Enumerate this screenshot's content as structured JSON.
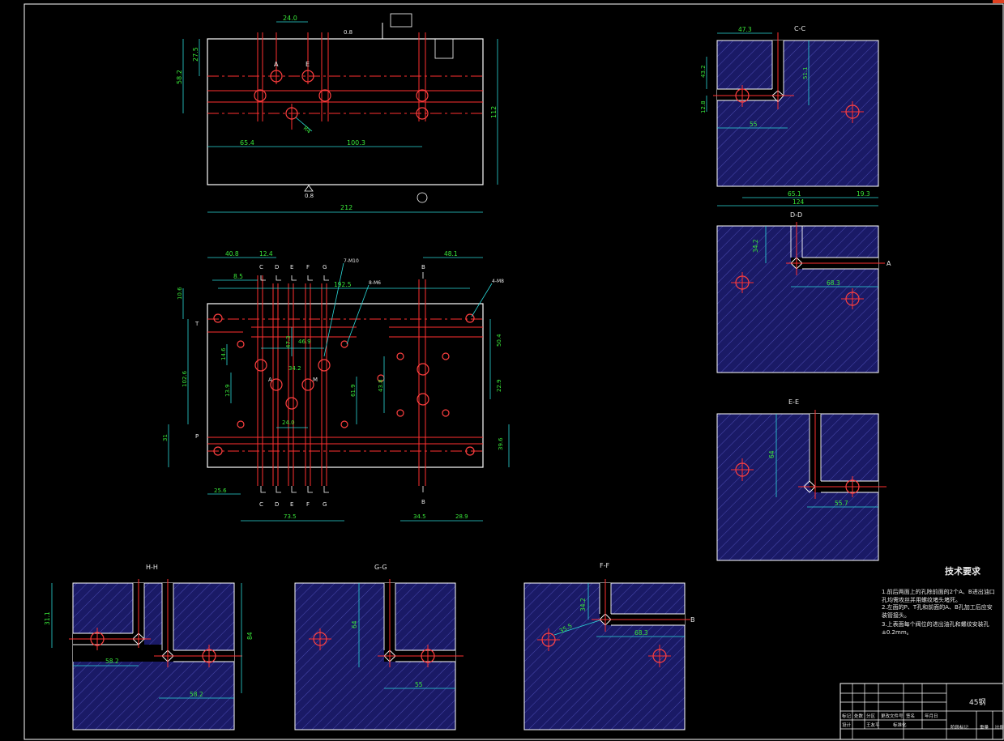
{
  "colors": {
    "background": "#000000",
    "outline": "#ffffff",
    "centerline": "#ff3030",
    "hole": "#ff4040",
    "dimension_text": "#39e639",
    "dimension_line": "#2bd9d9",
    "section_fill": "#1a1a66",
    "hatch": "#4a4ab0"
  },
  "top_view": {
    "dims": [
      "24.0",
      "27.5",
      "58.2",
      "65.4",
      "100.3",
      "112",
      "212",
      "0.8",
      "0.8",
      "R4"
    ],
    "labels": [
      "A",
      "E"
    ]
  },
  "plan_view": {
    "dims": [
      "40.8",
      "12.4",
      "8.5",
      "10.6",
      "48.1",
      "192.5",
      "47.3",
      "46.9",
      "14.6",
      "34.2",
      "13.9",
      "102.6",
      "61.9",
      "43.8",
      "50.4",
      "22.9",
      "31",
      "39.6",
      "24.0",
      "25.6",
      "73.5",
      "34.5",
      "28.9"
    ],
    "callouts": [
      "7-M10",
      "8-M6",
      "4-M8"
    ],
    "section_letters": [
      "C",
      "D",
      "E",
      "F",
      "G",
      "B",
      "T",
      "P",
      "A",
      "M"
    ]
  },
  "sections": [
    {
      "title": "C-C",
      "dims": [
        "47.3",
        "43.2",
        "12.8",
        "51.1",
        "55",
        "65.1",
        "19.3",
        "124"
      ]
    },
    {
      "title": "D-D",
      "dims": [
        "34.2",
        "68.3"
      ],
      "flow_label": "A"
    },
    {
      "title": "E-E",
      "dims": [
        "64",
        "55.7"
      ]
    },
    {
      "title": "H-H",
      "dims": [
        "31.1",
        "58.2",
        "58.2",
        "84"
      ]
    },
    {
      "title": "G-G",
      "dims": [
        "64",
        "55"
      ]
    },
    {
      "title": "F-F",
      "dims": [
        "34.2",
        "35.5",
        "68.3"
      ],
      "flow_label": "B"
    }
  ],
  "tech_requirements": {
    "title": "技术要求",
    "lines": [
      "1.前后两面上的孔除前面的2个A、B进出油口",
      "孔均需攻丝并用螺纹堵头堵死。",
      "2.左面的P、T孔和前面的A、B孔加工后应安",
      "装管接头。",
      "3.上表面每个阀位的进出油孔和螺纹安装孔",
      "±0.2mm。"
    ]
  },
  "title_block": {
    "material": "45钢",
    "row1": [
      "标记",
      "处数",
      "分区",
      "更改文件号",
      "签名",
      "年月日"
    ],
    "row2": [
      "设计",
      "王友平",
      "",
      "标准化",
      "",
      ""
    ],
    "cells": [
      "阶段标记",
      "重量",
      "比例"
    ]
  }
}
